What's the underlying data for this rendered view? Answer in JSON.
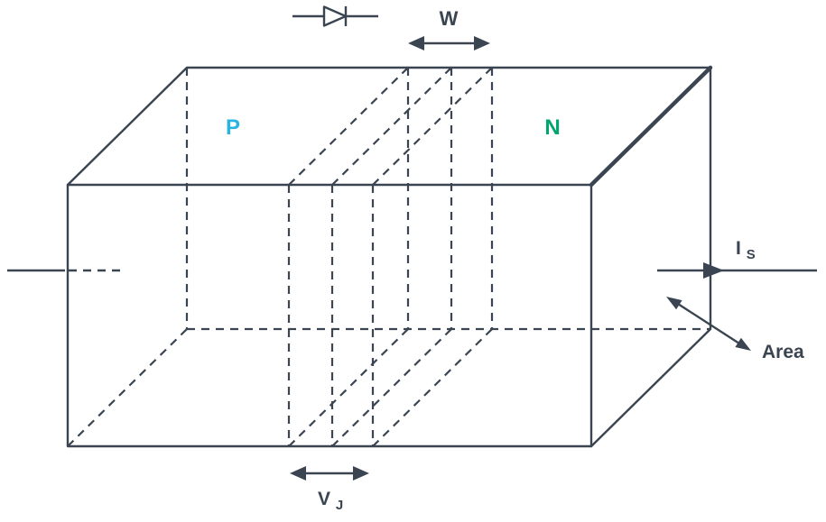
{
  "labels": {
    "p_region": {
      "text": "P",
      "color": "#29b5e0"
    },
    "n_region": {
      "text": "N",
      "color": "#00a76d"
    },
    "depletion_width": {
      "text": "W"
    },
    "junction_voltage": {
      "base": "V",
      "sub": "J"
    },
    "saturation_current": {
      "base": "I",
      "sub": "S"
    },
    "area": {
      "text": "Area"
    }
  },
  "colors": {
    "line": "#3a4551",
    "background": "#ffffff"
  }
}
